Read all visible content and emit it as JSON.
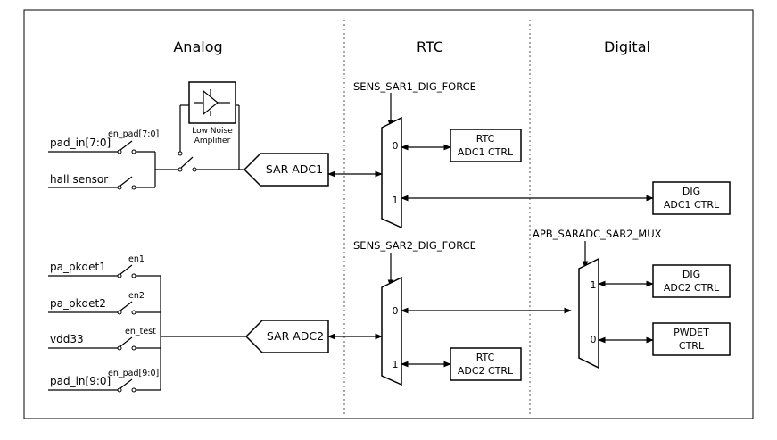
{
  "sections": {
    "analog": "Analog",
    "rtc": "RTC",
    "digital": "Digital"
  },
  "inputs": {
    "pad_in_7_0": "pad_in[7:0]",
    "hall_sensor": "hall sensor",
    "pa_pkdet1": "pa_pkdet1",
    "pa_pkdet2": "pa_pkdet2",
    "vdd33": "vdd33",
    "pad_in_9_0": "pad_in[9:0]"
  },
  "switches": {
    "en_pad_7_0": "en_pad[7:0]",
    "en1": "en1",
    "en2": "en2",
    "en_test": "en_test",
    "en_pad_9_0": "en_pad[9:0]"
  },
  "lna": {
    "line1": "Low Noise",
    "line2": "Amplifier"
  },
  "adcs": {
    "adc1": "SAR ADC1",
    "adc2": "SAR ADC2"
  },
  "controls": {
    "sar1_force": "SENS_SAR1_DIG_FORCE",
    "sar2_force": "SENS_SAR2_DIG_FORCE",
    "sar2_mux": "APB_SARADC_SAR2_MUX"
  },
  "mux_ports": {
    "zero": "0",
    "one": "1"
  },
  "blocks": {
    "rtc_adc1": {
      "line1": "RTC",
      "line2": "ADC1 CTRL"
    },
    "dig_adc1": {
      "line1": "DIG",
      "line2": "ADC1 CTRL"
    },
    "dig_adc2": {
      "line1": "DIG",
      "line2": "ADC2 CTRL"
    },
    "pwdet": {
      "line1": "PWDET",
      "line2": "CTRL"
    },
    "rtc_adc2": {
      "line1": "RTC",
      "line2": "ADC2 CTRL"
    }
  }
}
